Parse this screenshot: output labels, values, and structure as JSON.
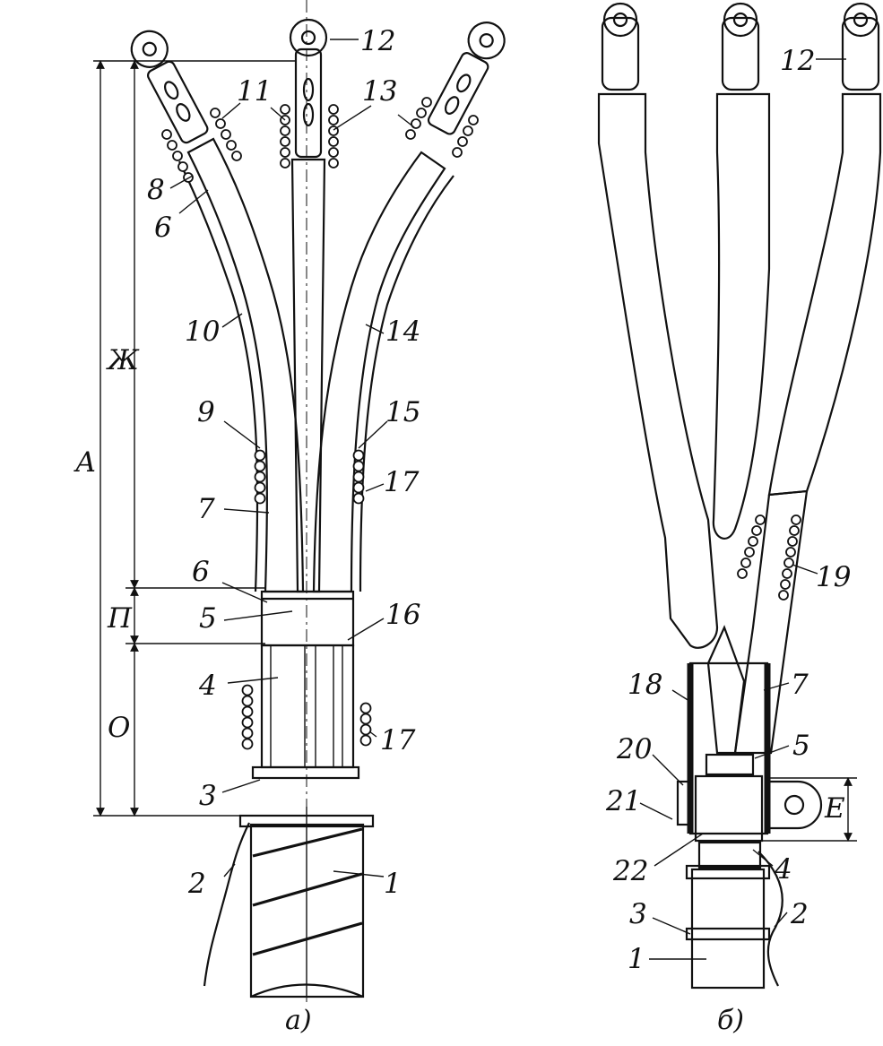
{
  "figure": {
    "caption_a": "а)",
    "caption_b": "б)",
    "fig_a": {
      "callouts": [
        {
          "id": "a12",
          "text": "12"
        },
        {
          "id": "a11",
          "text": "11"
        },
        {
          "id": "a13",
          "text": "13"
        },
        {
          "id": "a8",
          "text": "8"
        },
        {
          "id": "a6top",
          "text": "6"
        },
        {
          "id": "a10",
          "text": "10"
        },
        {
          "id": "a14",
          "text": "14"
        },
        {
          "id": "a9",
          "text": "9"
        },
        {
          "id": "a15",
          "text": "15"
        },
        {
          "id": "a7",
          "text": "7"
        },
        {
          "id": "a17top",
          "text": "17"
        },
        {
          "id": "a6mid",
          "text": "6"
        },
        {
          "id": "a5",
          "text": "5"
        },
        {
          "id": "a16",
          "text": "16"
        },
        {
          "id": "a4",
          "text": "4"
        },
        {
          "id": "a17bot",
          "text": "17"
        },
        {
          "id": "a3",
          "text": "3"
        },
        {
          "id": "a2",
          "text": "2"
        },
        {
          "id": "a1",
          "text": "1"
        }
      ],
      "dimensions": [
        {
          "id": "dimA",
          "text": "А"
        },
        {
          "id": "dimZh",
          "text": "Ж"
        },
        {
          "id": "dimP",
          "text": "П"
        },
        {
          "id": "dimO",
          "text": "О"
        }
      ]
    },
    "fig_b": {
      "callouts": [
        {
          "id": "b12",
          "text": "12"
        },
        {
          "id": "b19",
          "text": "19"
        },
        {
          "id": "b18",
          "text": "18"
        },
        {
          "id": "b7",
          "text": "7"
        },
        {
          "id": "b20",
          "text": "20"
        },
        {
          "id": "b5",
          "text": "5"
        },
        {
          "id": "b21",
          "text": "21"
        },
        {
          "id": "b22",
          "text": "22"
        },
        {
          "id": "b4",
          "text": "4"
        },
        {
          "id": "b3",
          "text": "3"
        },
        {
          "id": "b2",
          "text": "2"
        },
        {
          "id": "b1",
          "text": "1"
        }
      ],
      "dimensions": [
        {
          "id": "dimE",
          "text": "Е"
        }
      ]
    }
  }
}
